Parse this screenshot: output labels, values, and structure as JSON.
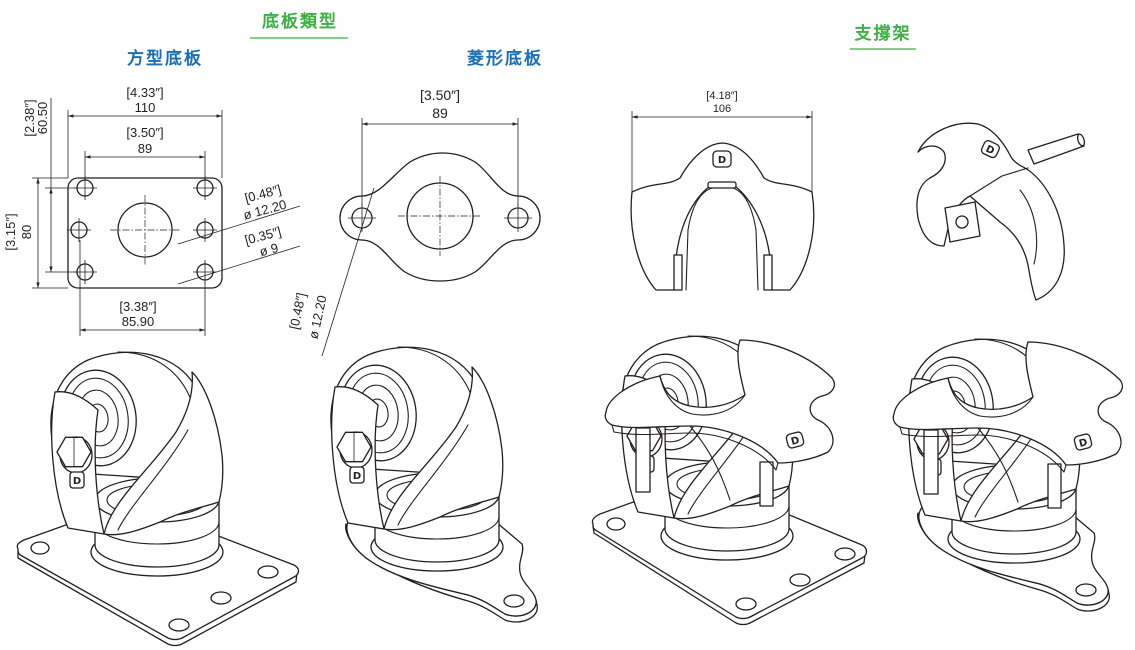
{
  "headings": {
    "plate_types": "底板類型",
    "square_plate": "方型底板",
    "diamond_plate": "菱形底板",
    "bracket": "支撐架"
  },
  "square_plate_dims": {
    "width_in": "[4.33″]",
    "width_mm": "110",
    "hole_span_in": "[3.50″]",
    "hole_span_mm": "89",
    "hole_vspan_in": "[2.38″]",
    "hole_vspan_mm": "60.50",
    "height_in": "[3.15″]",
    "height_mm": "80",
    "hole_large_in": "[0.48″]",
    "hole_large_mm": "ø 12.20",
    "hole_small_in": "[0.35″]",
    "hole_small_mm": "ø 9",
    "bottom_span_in": "[3.38″]",
    "bottom_span_mm": "85.90"
  },
  "diamond_plate_dims": {
    "hole_span_in": "[3.50″]",
    "hole_span_mm": "89",
    "hole_in": "[0.48″]",
    "hole_mm": "ø 12.20"
  },
  "bracket_dims": {
    "width_in": "[4.18″]",
    "width_mm": "106"
  },
  "logo": {
    "letter": "D"
  },
  "colors": {
    "heading_green": "#3cb043",
    "heading_blue": "#1a6fb4",
    "line": "#231f20"
  }
}
